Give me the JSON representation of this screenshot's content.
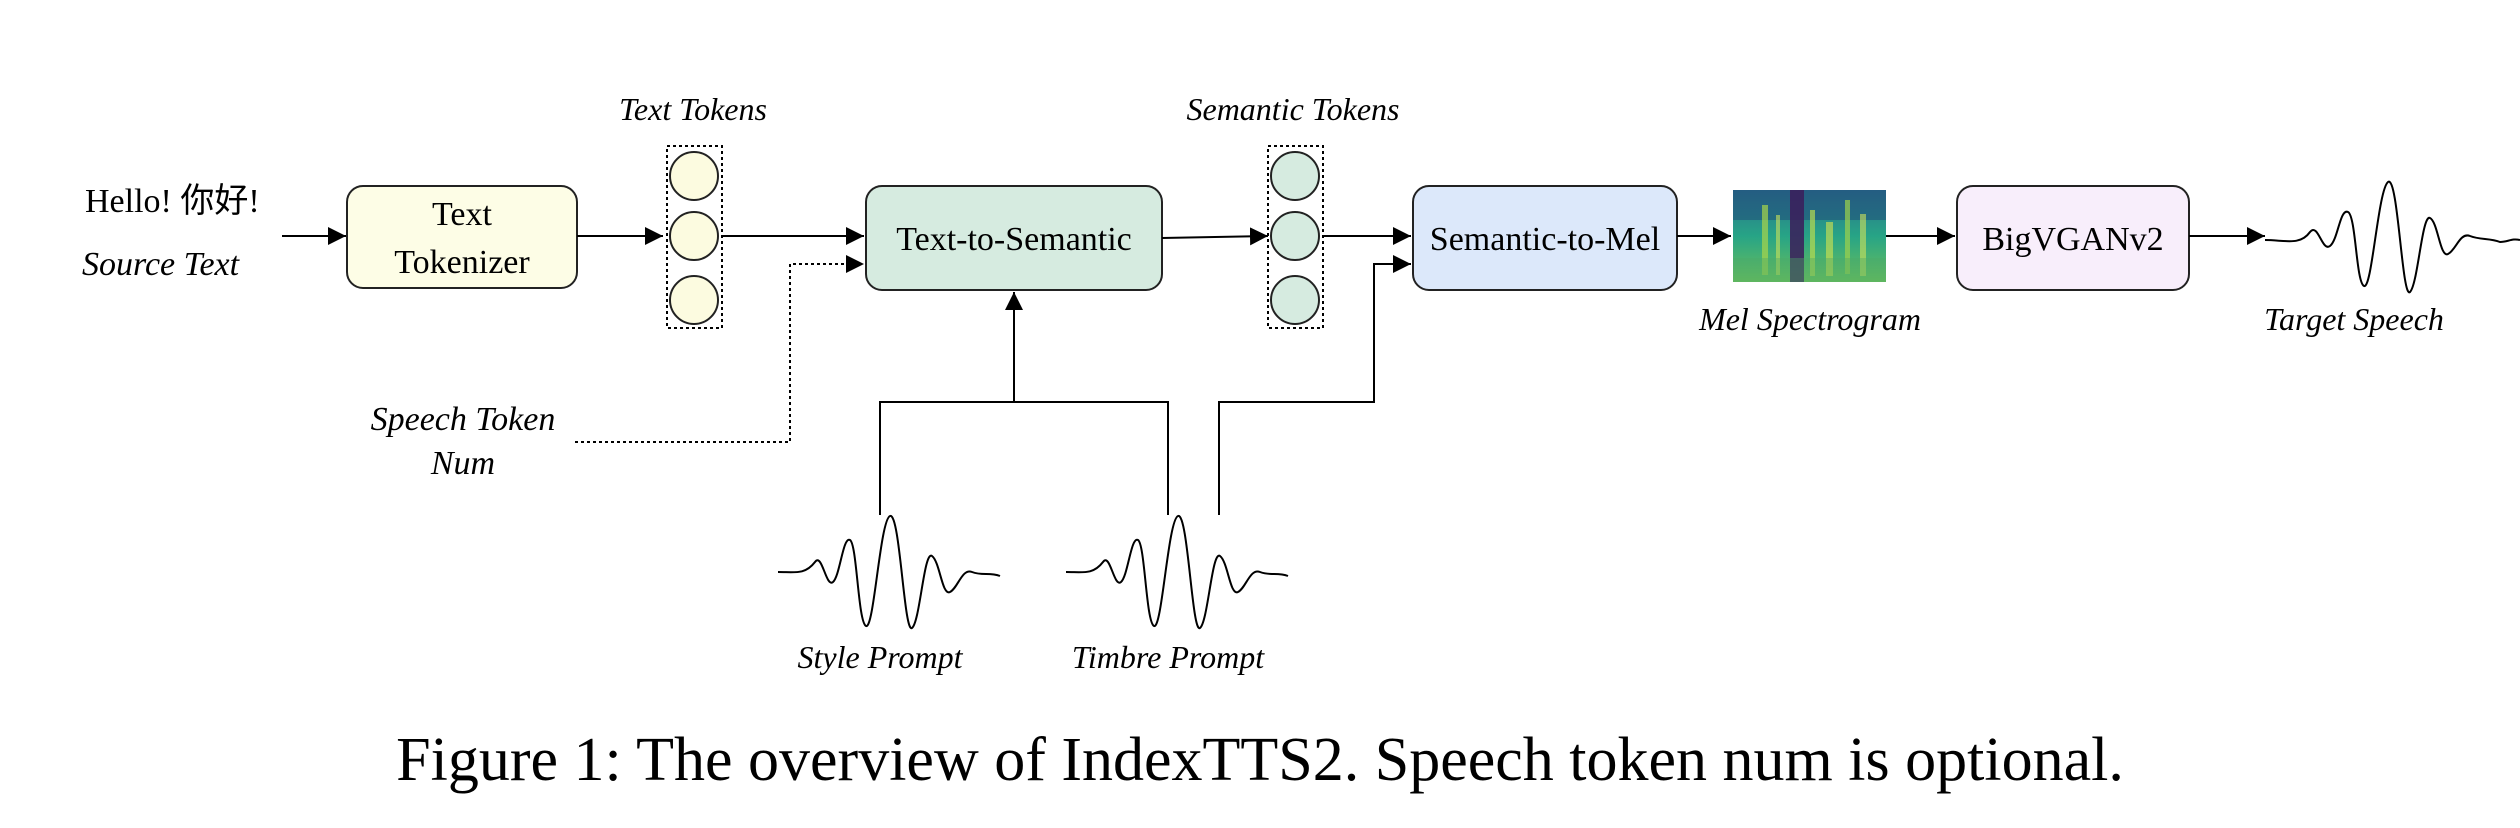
{
  "source": {
    "text": "Hello! 你好!",
    "label": "Source Text"
  },
  "blocks": {
    "text_tokenizer": [
      "Text",
      "Tokenizer"
    ],
    "text_to_semantic": "Text-to-Semantic",
    "semantic_to_mel": "Semantic-to-Mel",
    "vocoder": "BigVGANv2"
  },
  "labels": {
    "text_tokens": "Text Tokens",
    "semantic_tokens": "Semantic Tokens",
    "speech_token_num": [
      "Speech Token",
      "Num"
    ],
    "style_prompt": "Style Prompt",
    "timbre_prompt": "Timbre Prompt",
    "mel_spectrogram": "Mel Spectrogram",
    "target_speech": "Target Speech"
  },
  "colors": {
    "tokenizer_fill": "#fdfde6",
    "t2s_fill": "#d6ebe0",
    "s2m_fill": "#dce8fa",
    "vocoder_fill": "#f8eefb",
    "text_token_fill": "#fcfbe0",
    "semantic_token_fill": "#d6ebe0"
  },
  "caption": "Figure 1: The overview of IndexTTS2. Speech token num is optional."
}
